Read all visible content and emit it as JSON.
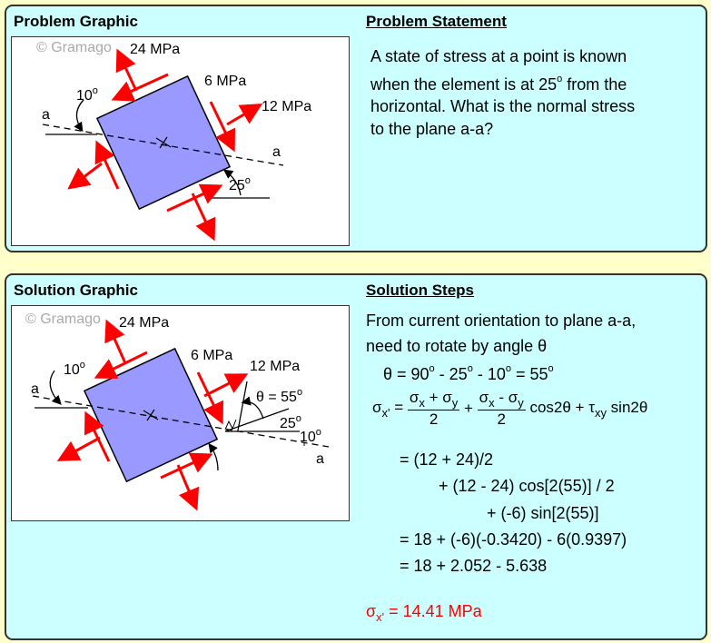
{
  "problem": {
    "graphic_title": "Problem Graphic",
    "statement_title": "Problem Statement",
    "statement_lines": [
      "A state of stress at a point is known",
      "when the element is at 25",
      "o",
      " from the",
      "horizontal. What is the normal stress",
      "to the plane a-a?"
    ],
    "labels": {
      "watermark": "© Gramago",
      "sigma_y": "24 MPa",
      "tau": "6 MPa",
      "sigma_x": "12 MPa",
      "angle10": "10",
      "angle25": "25",
      "deg": "o",
      "a": "a"
    }
  },
  "solution": {
    "graphic_title": "Solution Graphic",
    "steps_title": "Solution Steps",
    "labels": {
      "watermark": "© Gramago",
      "sigma_y": "24 MPa",
      "tau": "6 MPa",
      "sigma_x": "12 MPa",
      "angle10": "10",
      "angle25": "25",
      "theta": "θ =  55",
      "deg": "o",
      "a": "a"
    },
    "line1": "From current orientation to plane a-a,",
    "line2": "need to rotate by angle θ",
    "theta_eq": {
      "p1": "θ = 90",
      "p2": " - 25",
      "p3": " - 10",
      "p4": " = 55",
      "deg": "o"
    },
    "formula": {
      "lhs": "σ",
      "lhs_sub": "x'",
      "eq": " = ",
      "sx": "σ",
      "x": "x",
      "plus": " + ",
      "minus": " - ",
      "sy": "σ",
      "y": "y",
      "two": "2",
      "cos": " cos2θ + ",
      "tau": "τ",
      "xy": "xy",
      "sin": " sin2θ"
    },
    "steps": [
      "= (12 + 24)/2",
      "+ (12 - 24) cos[2(55)] / 2",
      "+ (-6) sin[2(55)]",
      "= 18 + (-6)(-0.3420) - 6(0.9397)",
      "= 18 + 2.052 - 5.638"
    ],
    "answer": {
      "sigma": "σ",
      "sub": "x'",
      "value": " = 14.41 MPa"
    }
  },
  "colors": {
    "background": "#ffffcc",
    "panel": "#ccffff",
    "element": "#9999ff",
    "arrow": "#ff0000"
  }
}
